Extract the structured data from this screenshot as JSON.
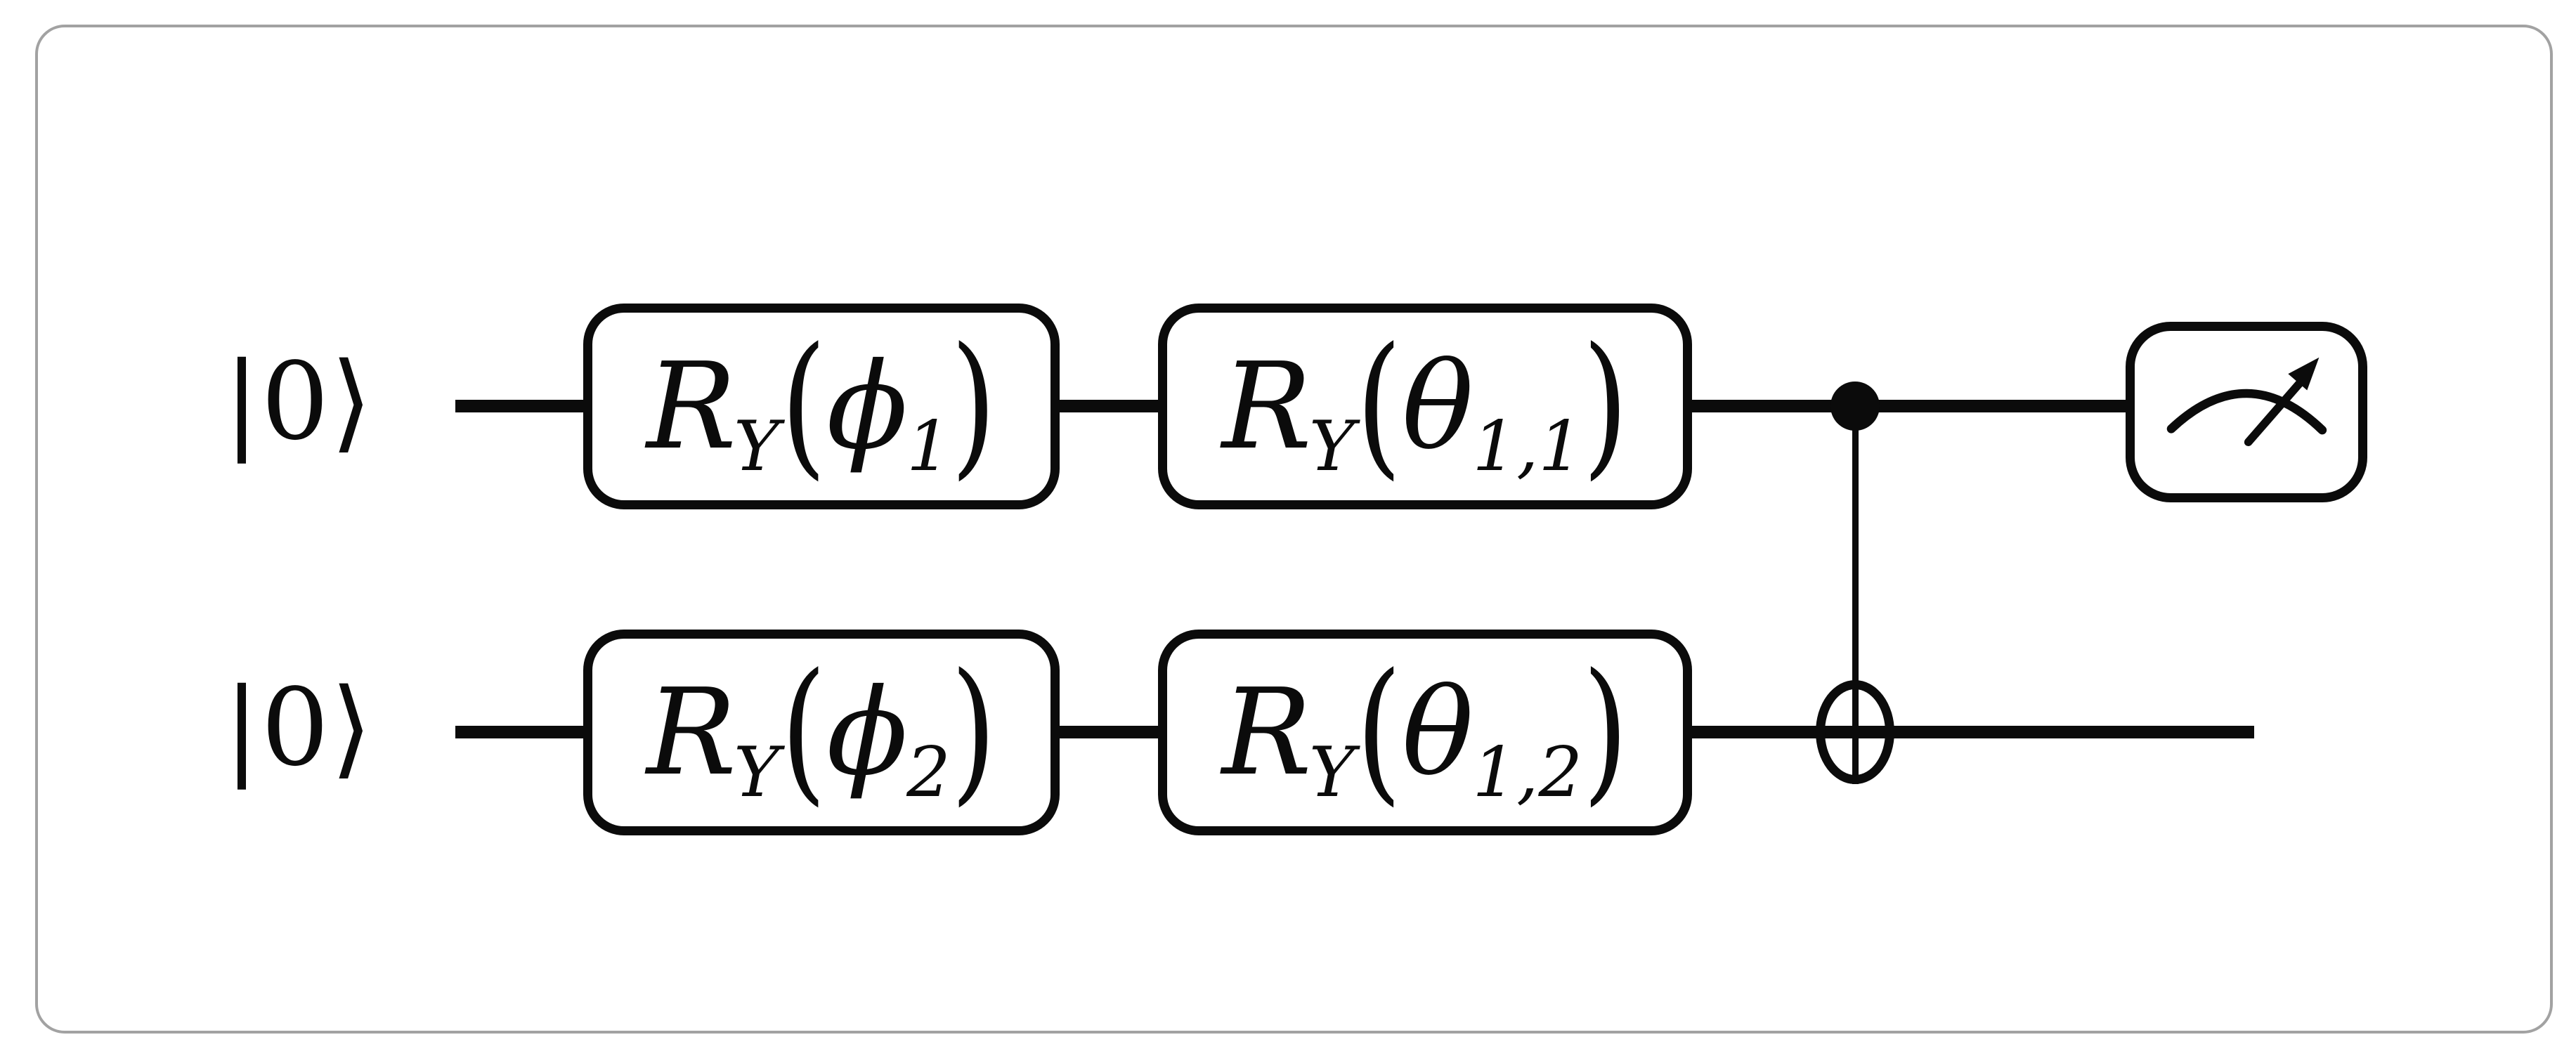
{
  "figure": {
    "type": "quantum-circuit",
    "qubit_count": 2,
    "colors": {
      "ink": "#0b0b0b",
      "frame_border": "#a2a2a2",
      "background": "#ffffff",
      "gate_fill": "#ffffff"
    },
    "icons": {
      "measurement": "gauge-with-needle-icon",
      "cnot_control": "filled-dot-icon",
      "cnot_target": "circle-plus-icon"
    },
    "qubits": [
      {
        "ket": "|0⟩",
        "cnot_role": "control",
        "has_measurement": true,
        "gates": [
          {
            "main": "R",
            "main_sub": "Y",
            "lparen": "(",
            "arg": "ϕ",
            "arg_sub": "1",
            "rparen": ")"
          },
          {
            "main": "R",
            "main_sub": "Y",
            "lparen": "(",
            "arg": "θ",
            "arg_sub": "1,1",
            "rparen": ")"
          }
        ]
      },
      {
        "ket": "|0⟩",
        "cnot_role": "target",
        "has_measurement": false,
        "gates": [
          {
            "main": "R",
            "main_sub": "Y",
            "lparen": "(",
            "arg": "ϕ",
            "arg_sub": "2",
            "rparen": ")"
          },
          {
            "main": "R",
            "main_sub": "Y",
            "lparen": "(",
            "arg": "θ",
            "arg_sub": "1,2",
            "rparen": ")"
          }
        ]
      }
    ]
  }
}
